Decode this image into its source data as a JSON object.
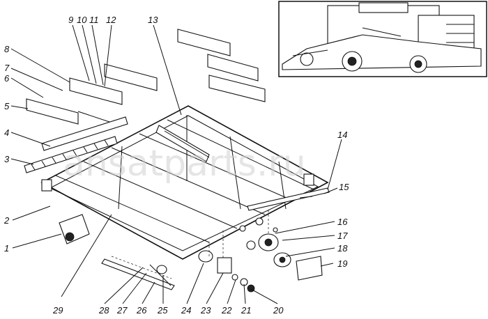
{
  "watermark": "ansatparts.ru",
  "callouts": [
    "1",
    "2",
    "3",
    "4",
    "5",
    "6",
    "7",
    "8",
    "9",
    "10",
    "11",
    "12",
    "13",
    "14",
    "15",
    "16",
    "17",
    "18",
    "19",
    "20",
    "21",
    "22",
    "23",
    "24",
    "25",
    "26",
    "27",
    "28",
    "29"
  ]
}
